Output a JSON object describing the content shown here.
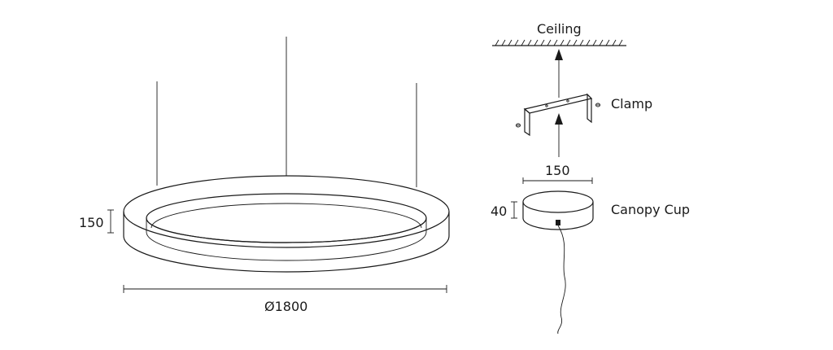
{
  "labels": {
    "ring_height": "150",
    "ring_diameter": "Ø1800",
    "ceiling": "Ceiling",
    "clamp": "Clamp",
    "clamp_spacing": "150",
    "canopy_height": "40",
    "canopy_cup": "Canopy Cup"
  },
  "colors": {
    "line": "#1a1a1a",
    "background": "#ffffff"
  }
}
